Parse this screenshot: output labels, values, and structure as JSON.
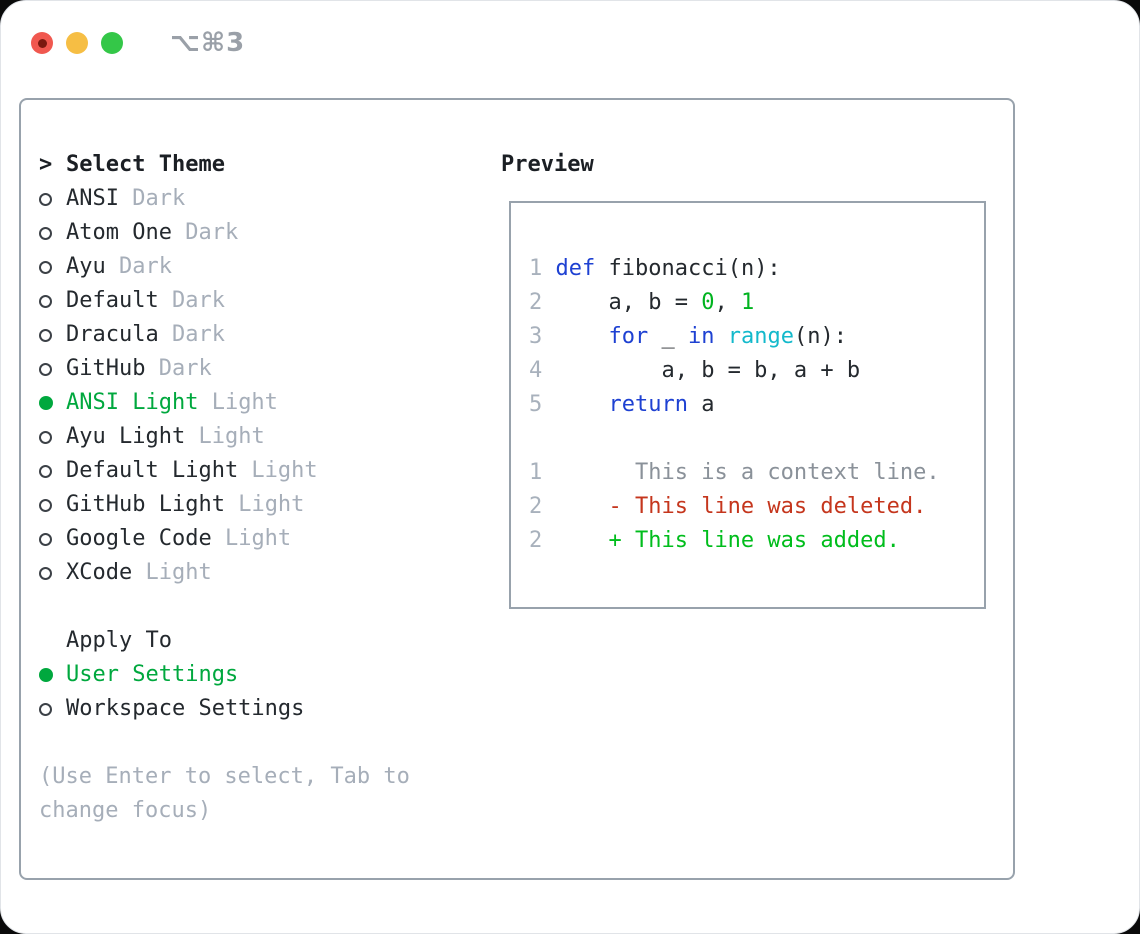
{
  "window": {
    "title": "⌥⌘3"
  },
  "theme_list": {
    "header_marker": ">",
    "header_label": "Select Theme",
    "items": [
      {
        "name": "ANSI",
        "tag": "Dark",
        "selected": false
      },
      {
        "name": "Atom One",
        "tag": "Dark",
        "selected": false
      },
      {
        "name": "Ayu",
        "tag": "Dark",
        "selected": false
      },
      {
        "name": "Default",
        "tag": "Dark",
        "selected": false
      },
      {
        "name": "Dracula",
        "tag": "Dark",
        "selected": false
      },
      {
        "name": "GitHub",
        "tag": "Dark",
        "selected": false
      },
      {
        "name": "ANSI Light",
        "tag": "Light",
        "selected": true
      },
      {
        "name": "Ayu Light",
        "tag": "Light",
        "selected": false
      },
      {
        "name": "Default Light",
        "tag": "Light",
        "selected": false
      },
      {
        "name": "GitHub Light",
        "tag": "Light",
        "selected": false
      },
      {
        "name": "Google Code",
        "tag": "Light",
        "selected": false
      },
      {
        "name": "XCode",
        "tag": "Light",
        "selected": false
      }
    ]
  },
  "apply_to": {
    "header": "Apply To",
    "options": [
      {
        "label": "User Settings",
        "selected": true
      },
      {
        "label": "Workspace Settings",
        "selected": false
      }
    ]
  },
  "help_text": "(Use Enter to select, Tab to change focus)",
  "preview": {
    "header": "Preview",
    "code_lines": [
      {
        "num": "1",
        "tokens": [
          {
            "text": "def",
            "style": "kw"
          },
          {
            "text": " fibonacci(n):",
            "style": "plain"
          }
        ]
      },
      {
        "num": "2",
        "tokens": [
          {
            "text": "    a, b = ",
            "style": "plain"
          },
          {
            "text": "0",
            "style": "lit"
          },
          {
            "text": ", ",
            "style": "plain"
          },
          {
            "text": "1",
            "style": "lit"
          }
        ]
      },
      {
        "num": "3",
        "tokens": [
          {
            "text": "    ",
            "style": "plain"
          },
          {
            "text": "for",
            "style": "kw"
          },
          {
            "text": " _ ",
            "style": "plain"
          },
          {
            "text": "in",
            "style": "kw"
          },
          {
            "text": " ",
            "style": "plain"
          },
          {
            "text": "range",
            "style": "fn"
          },
          {
            "text": "(n):",
            "style": "plain"
          }
        ]
      },
      {
        "num": "4",
        "tokens": [
          {
            "text": "        a, b = b, a + b",
            "style": "plain"
          }
        ]
      },
      {
        "num": "5",
        "tokens": [
          {
            "text": "    ",
            "style": "plain"
          },
          {
            "text": "return",
            "style": "kw"
          },
          {
            "text": " a",
            "style": "plain"
          }
        ]
      }
    ],
    "diff_lines": [
      {
        "num": "1",
        "text": "      This is a context line.",
        "style": "context"
      },
      {
        "num": "2",
        "text": "    - This line was deleted.",
        "style": "deleted"
      },
      {
        "num": "2",
        "text": "    + This line was added.",
        "style": "added"
      }
    ]
  },
  "colors": {
    "selection_green": "#00a83e",
    "added_green": "#00bd1c",
    "deleted_red": "#c5361d",
    "keyword_blue": "#1e41d2",
    "literal_green": "#00b31f",
    "function_cyan": "#13b9cb",
    "line_number_gray": "#a8b1bc",
    "context_gray": "#8a9199",
    "muted_gray": "#a6aeb9",
    "text_dark": "#24292e",
    "border_gray": "#98a2ac",
    "traffic_red": "#f0584f",
    "traffic_yellow": "#f6be44",
    "traffic_green": "#34c748"
  }
}
